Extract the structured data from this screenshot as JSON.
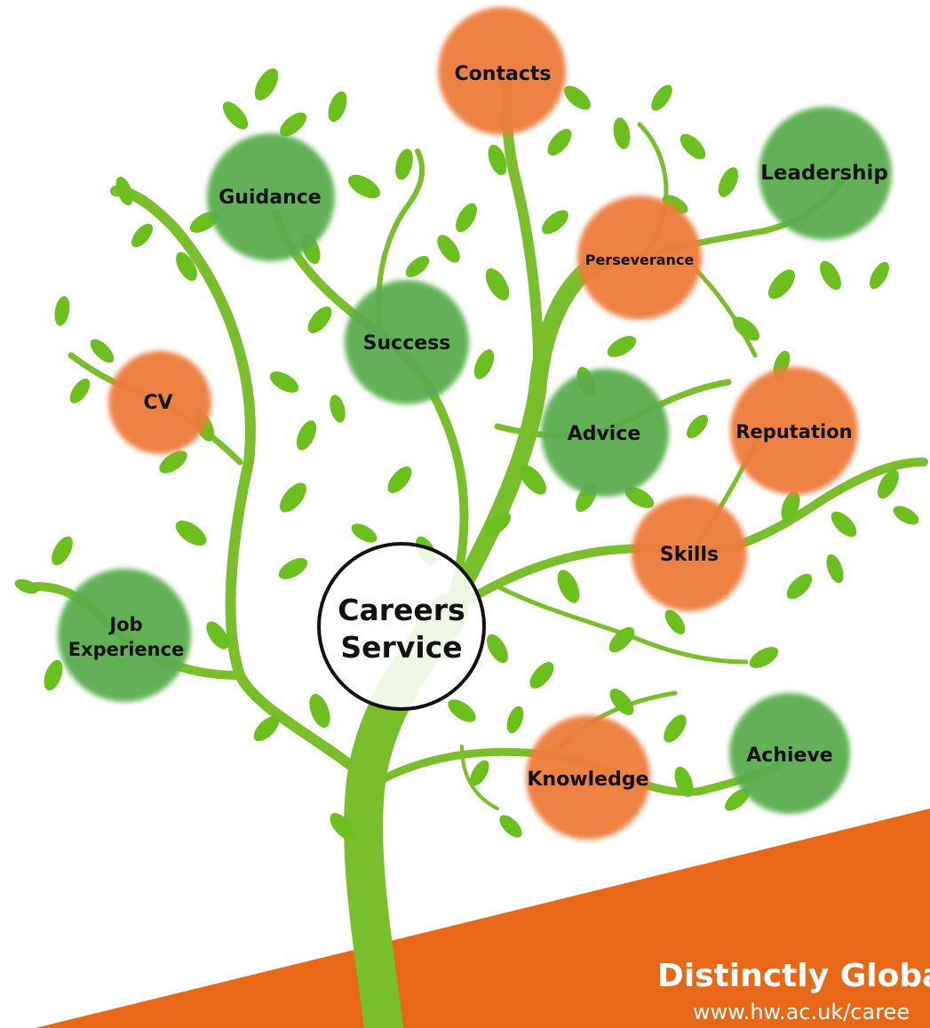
{
  "colors": {
    "branch": "#79bf2c",
    "leaf": "#6cc01e",
    "green_bubble": "#5aad4e",
    "orange_bubble": "#ee7b3a",
    "banner": "#e86818",
    "tagline": "#ffffff"
  },
  "center": {
    "line1": "Careers",
    "line2": "Service"
  },
  "bubbles": {
    "contacts": {
      "label": "Contacts",
      "tone": "orange"
    },
    "guidance": {
      "label": "Guidance",
      "tone": "green"
    },
    "leadership": {
      "label": "Leadership",
      "tone": "green"
    },
    "perseverance": {
      "label": "Perseverance",
      "tone": "orange"
    },
    "success": {
      "label": "Success",
      "tone": "green"
    },
    "cv": {
      "label": "CV",
      "tone": "orange"
    },
    "advice": {
      "label": "Advice",
      "tone": "green"
    },
    "reputation": {
      "label": "Reputation",
      "tone": "orange"
    },
    "skills": {
      "label": "Skills",
      "tone": "orange"
    },
    "job_experience": {
      "line1": "Job",
      "line2": "Experience",
      "tone": "green"
    },
    "knowledge": {
      "label": "Knowledge",
      "tone": "orange"
    },
    "achieve": {
      "label": "Achieve",
      "tone": "green"
    }
  },
  "footer": {
    "tagline": "Distinctly Globa",
    "url": "www.hw.ac.uk/caree"
  }
}
